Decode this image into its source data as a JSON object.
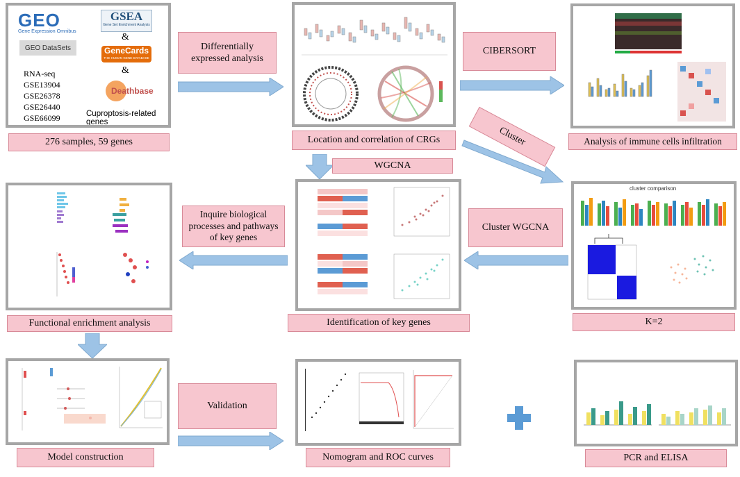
{
  "panels": {
    "datasets": {
      "geo_logo": "GEO",
      "geo_subtitle": "Gene Expression Omnibus",
      "geo_datasets": "GEO DataSets",
      "gsea_logo": "GSEA",
      "gsea_subtitle": "Gene Set Enrichment Analysis",
      "genecards_logo": "GeneCards",
      "genecards_subtitle": "THE HUMAN GENE DATABASE",
      "deathbase_logo": "Deathbase",
      "amp1": "&",
      "amp2": "&",
      "rnaseq": "RNA-seq",
      "gse": [
        "GSE13904",
        "GSE26378",
        "GSE26440",
        "GSE66099"
      ],
      "cuproptosis": "Cuproptosis-related genes"
    },
    "cluster_title": "cluster comparison"
  },
  "labels": {
    "samples": "276 samples,  59 genes",
    "diff_expr": "Differentially expressed analysis",
    "location": "Location and correlation of CRGs",
    "cibersort": "CIBERSORT",
    "immune": "Analysis  of immune cells infiltration",
    "cluster": "Cluster",
    "wgcna": "WGCNA",
    "inquire": "Inquire biological processes and pathways of key genes",
    "cluster_wgcna": "Cluster  WGCNA",
    "functional": "Functional  enrichment  analysis",
    "identification": "Identification  of key genes",
    "k2": "K=2",
    "model": "Model construction",
    "validation": "Validation",
    "nomogram": "Nomogram  and ROC curves",
    "pcr": "PCR and ELISA",
    "plus": "+"
  },
  "colors": {
    "pink": "#f7c6cf",
    "arrow": "#9dc3e6",
    "panel_border": "#a6a6a6",
    "plus": "#5b9bd5"
  }
}
